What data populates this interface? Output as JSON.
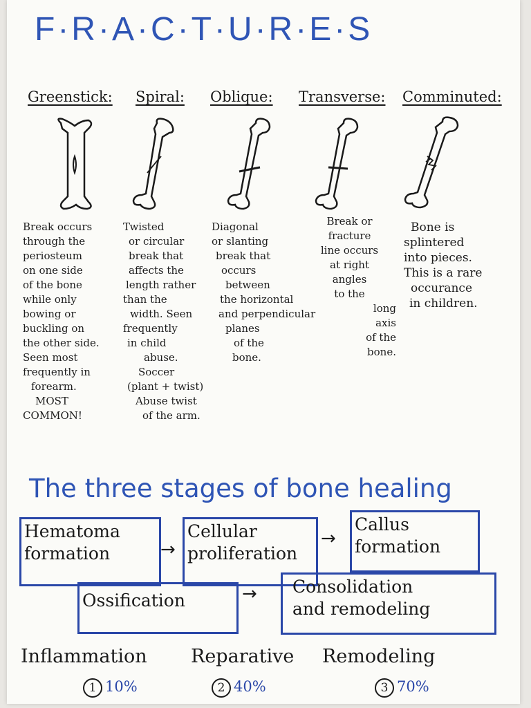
{
  "title": "F·R·A·C·T·U·R·E·S",
  "fracture_types": [
    {
      "label": "Greenstick:",
      "description": [
        "Break occurs",
        "through the",
        "periosteum",
        "on one side",
        "of the bone",
        "while only",
        "bowing or",
        "buckling on",
        "the other side.",
        "Seen most",
        "frequently in",
        "forearm.",
        "MOST",
        "COMMON!"
      ]
    },
    {
      "label": "Spiral:",
      "description": [
        "Twisted",
        "or circular",
        "break that",
        "affects the",
        "length rather",
        "than the",
        "width. Seen",
        "frequently",
        "in child",
        "abuse.",
        "Soccer",
        "(plant + twist)",
        "Abuse twist",
        "of the arm."
      ]
    },
    {
      "label": "Oblique:",
      "description": [
        "Diagonal",
        "or slanting",
        "break that",
        "occurs",
        "between",
        "the horizontal",
        "and perpendicular",
        "planes",
        "of the",
        "bone."
      ]
    },
    {
      "label": "Transverse:",
      "description": [
        "Break or",
        "fracture",
        "line occurs",
        "at right",
        "angles",
        "to the",
        "long",
        "axis",
        "of the",
        "bone."
      ]
    },
    {
      "label": "Comminuted:",
      "description": [
        "Bone is",
        "splintered",
        "into pieces.",
        "This is a rare",
        "occurance",
        "in children."
      ]
    }
  ],
  "healing": {
    "heading": "The three stages of bone healing",
    "stages": [
      {
        "lines": [
          "Hematoma",
          "formation"
        ]
      },
      {
        "lines": [
          "Cellular",
          "proliferation"
        ]
      },
      {
        "lines": [
          "Callus",
          "formation"
        ]
      },
      {
        "lines": [
          "Ossification"
        ]
      },
      {
        "lines": [
          "Consolidation",
          "and remodeling"
        ]
      }
    ],
    "arrow": "→",
    "phases": [
      {
        "name": "Inflammation",
        "number": "1",
        "percent": "10%"
      },
      {
        "name": "Reparative",
        "number": "2",
        "percent": "40%"
      },
      {
        "name": "Remodeling",
        "number": "3",
        "percent": "70%"
      }
    ]
  },
  "colors": {
    "ink_blue": "#2f55b5",
    "box_blue": "#2a47a8",
    "ink_black": "#1a1a1a",
    "paper": "#fbfbf8"
  }
}
